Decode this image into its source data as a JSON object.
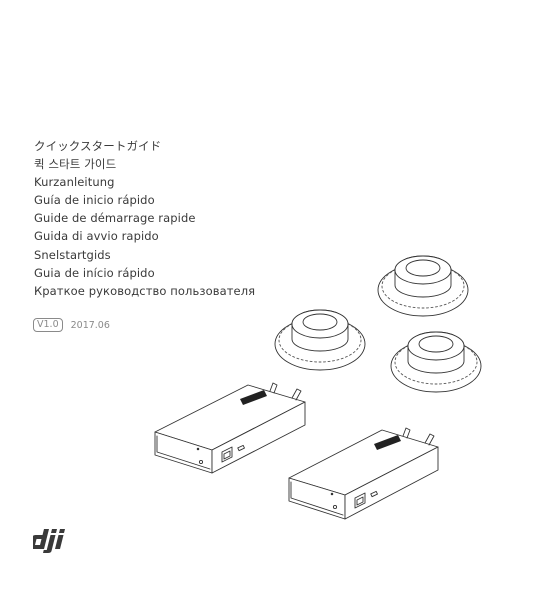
{
  "guide_titles": [
    "クイックスタートガイド",
    "퀵 스타트 가이드",
    "Kurzanleitung",
    "Guía de inicio rápido",
    "Guide de démarrage rapide",
    "Guida di avvio rapido",
    "Snelstartgids",
    "Guia de início rápido",
    "Краткое руководство пользователя"
  ],
  "version": {
    "label": "V1.0",
    "date": "2017.06"
  },
  "brand": {
    "logo_text": "dji",
    "logo_color": "#3a3a3a"
  },
  "product_colors": {
    "line": "#333333",
    "mark": "#222222"
  }
}
